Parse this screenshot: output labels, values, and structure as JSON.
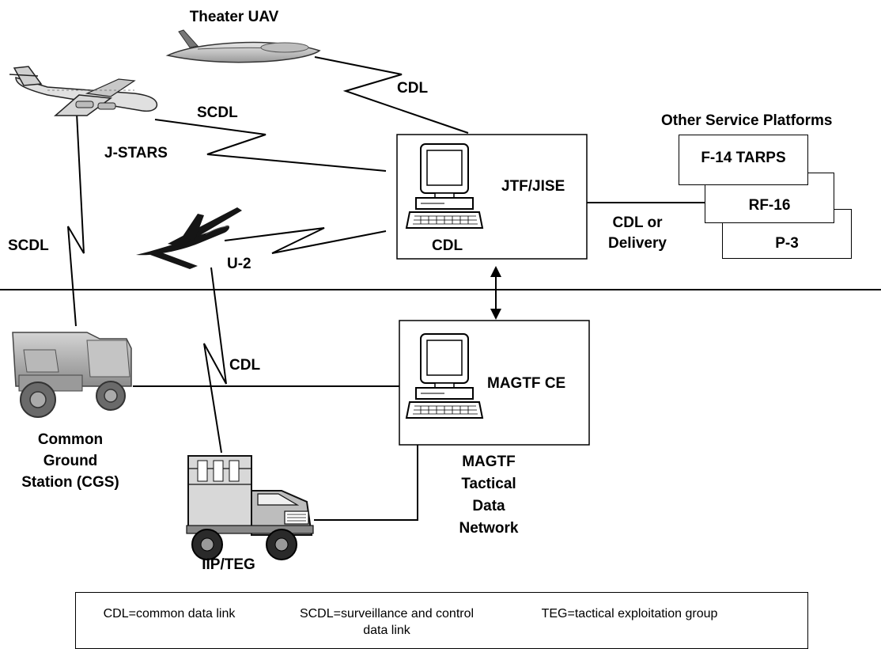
{
  "labels": {
    "theater_uav": "Theater UAV",
    "cdl_uav": "CDL",
    "scdl_jstars": "SCDL",
    "jstars": "J-STARS",
    "scdl_left": "SCDL",
    "u2": "U-2",
    "jtf_jise": "JTF/JISE",
    "cdl_center": "CDL",
    "cdl_or_delivery": [
      "CDL or",
      "Delivery"
    ],
    "other_service_platforms": "Other Service Platforms",
    "cdl_lower": "CDL",
    "magtf_ce": "MAGTF CE",
    "common_ground_station": [
      "Common",
      "Ground",
      "Station (CGS)"
    ],
    "magtf_network": [
      "MAGTF",
      "Tactical",
      "Data",
      "Network"
    ],
    "iip_teg": "IIP/TEG"
  },
  "platforms": [
    "F-14 TARPS",
    "RF-16",
    "P-3"
  ],
  "legend": {
    "cdl": "CDL=common data link",
    "scdl_line1": "SCDL=surveillance and control",
    "scdl_line2": "data link",
    "teg": "TEG=tactical exploitation group"
  }
}
